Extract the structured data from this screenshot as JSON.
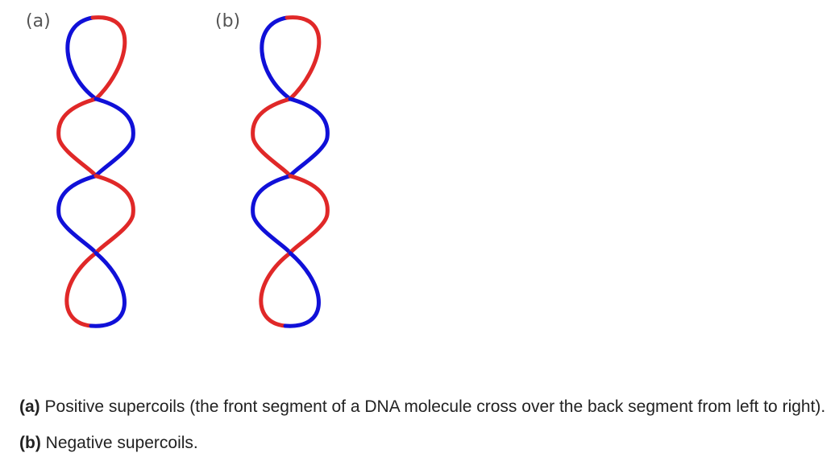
{
  "panels": [
    {
      "label": "(a)",
      "handedness": "positive"
    },
    {
      "label": "(b)",
      "handedness": "negative"
    }
  ],
  "colors": {
    "strand_blue": "#1010d8",
    "strand_red": "#e02828",
    "label_text": "#555555",
    "caption_text": "#222222"
  },
  "caption": {
    "a_marker": "(a)",
    "a_text": " Positive supercoils (the front segment of a DNA molecule cross over the back segment from left to right). ",
    "b_marker": "(b)",
    "b_text": " Negative supercoils."
  }
}
